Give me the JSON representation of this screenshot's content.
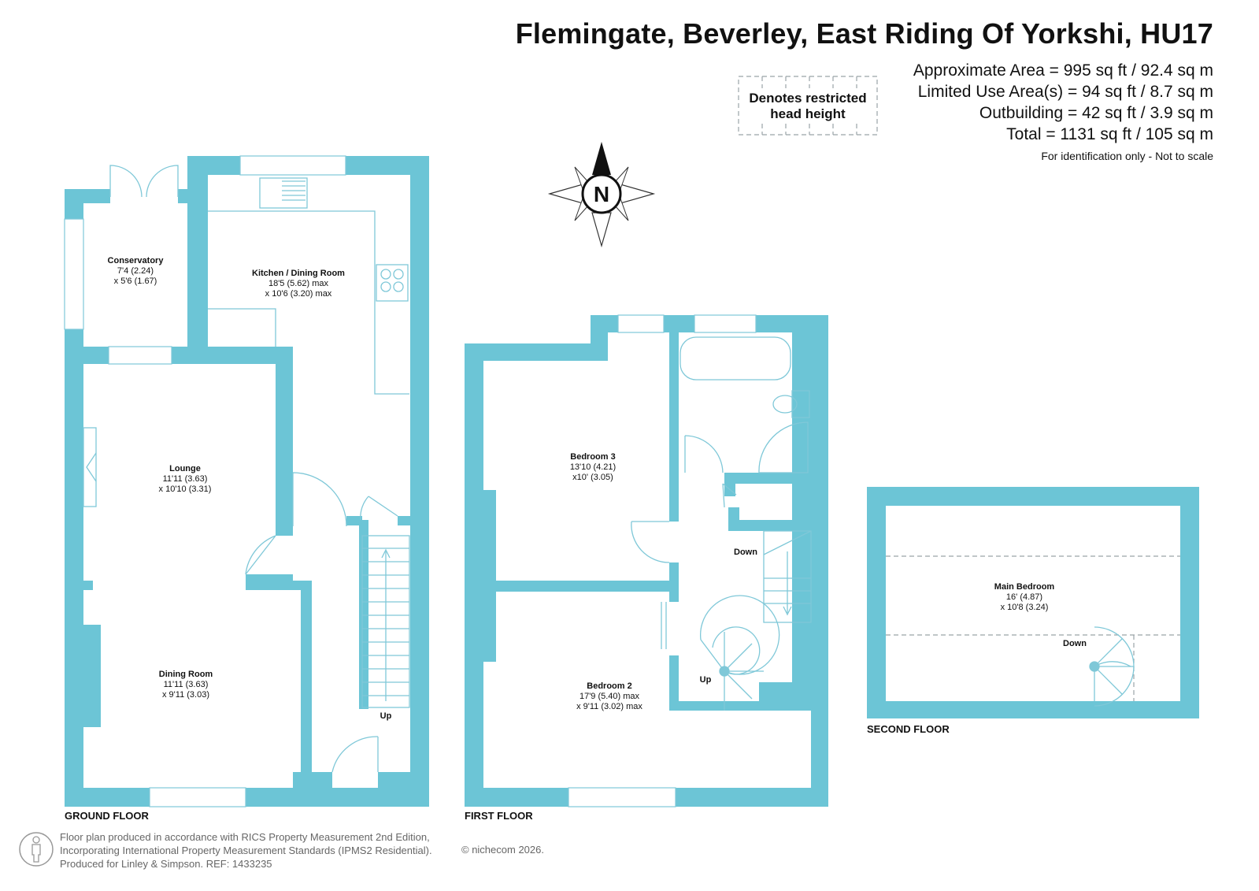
{
  "header": {
    "title": "Flemingate, Beverley, East Riding Of Yorkshi, HU17",
    "areas": [
      "Approximate Area = 995 sq ft / 92.4 sq m",
      "Limited Use Area(s) = 94 sq ft / 8.7 sq m",
      "Outbuilding = 42 sq ft / 3.9 sq m",
      "Total = 1131 sq ft / 105 sq m"
    ],
    "identification": "For identification only - Not to scale"
  },
  "legend": {
    "line1": "Denotes restricted",
    "line2": "head height"
  },
  "compass": {
    "label": "N"
  },
  "colors": {
    "wall": "#6cc5d6",
    "fixture": "#7fc8d8",
    "text": "#111111",
    "footer": "#666666"
  },
  "floors": {
    "ground": {
      "label": "GROUND FLOOR",
      "stairs_label": "Up",
      "rooms": {
        "conservatory": {
          "name": "Conservatory",
          "dim1": "7'4 (2.24)",
          "dim2": "x 5'6 (1.67)"
        },
        "kitchen": {
          "name": "Kitchen / Dining Room",
          "dim1": "18'5 (5.62) max",
          "dim2": "x 10'6 (3.20) max"
        },
        "lounge": {
          "name": "Lounge",
          "dim1": "11'11 (3.63)",
          "dim2": "x 10'10 (3.31)"
        },
        "dining": {
          "name": "Dining Room",
          "dim1": "11'11 (3.63)",
          "dim2": "x 9'11 (3.03)"
        }
      }
    },
    "first": {
      "label": "FIRST FLOOR",
      "down_label": "Down",
      "up_label": "Up",
      "rooms": {
        "bedroom3": {
          "name": "Bedroom 3",
          "dim1": "13'10 (4.21)",
          "dim2": "x10' (3.05)"
        },
        "bedroom2": {
          "name": "Bedroom 2",
          "dim1": "17'9 (5.40) max",
          "dim2": "x 9'11 (3.02) max"
        }
      }
    },
    "second": {
      "label": "SECOND FLOOR",
      "down_label": "Down",
      "rooms": {
        "main": {
          "name": "Main Bedroom",
          "dim1": "16' (4.87)",
          "dim2": "x 10'8 (3.24)"
        }
      }
    }
  },
  "footer": {
    "lines": [
      "Floor plan produced in accordance with RICS Property Measurement 2nd Edition,",
      "Incorporating International Property Measurement Standards (IPMS2 Residential).",
      "Produced for Linley & Simpson.   REF:  1433235"
    ],
    "copyright": "© nichecom 2026."
  }
}
